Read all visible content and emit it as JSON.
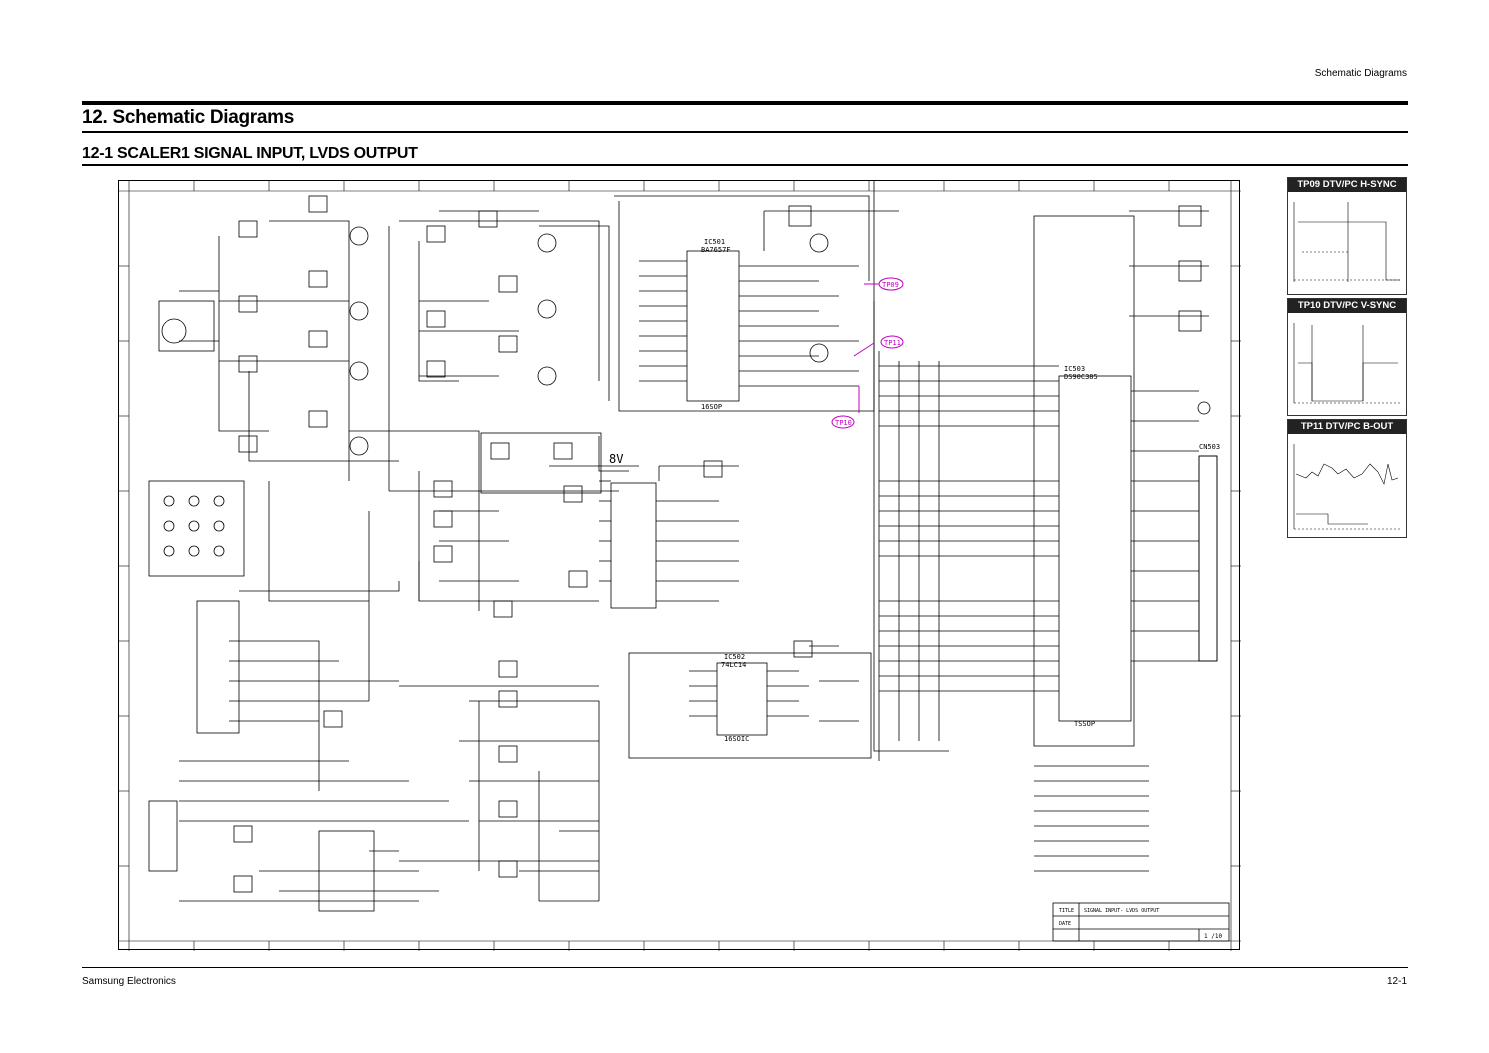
{
  "header": {
    "running_title": "Schematic Diagrams",
    "chapter_title": "12. Schematic Diagrams",
    "section_title": "12-1 SCALER1  SIGNAL INPUT, LVDS OUTPUT"
  },
  "schematic": {
    "ic_labels": {
      "ic501": "IC501",
      "ic501_part": "BA7657F",
      "ic501_pkg": "16SOP",
      "ic502": "IC502",
      "ic502_part": "74LC14",
      "ic502_pkg": "16SOIC",
      "ic503": "IC503",
      "ic503_part": "DS90C385",
      "ic503_pkg": "TSSOP",
      "cn503": "CN503",
      "voltage_8v": "8V"
    },
    "test_points": {
      "tp09": "TP09",
      "tp10": "TP10",
      "tp11": "TP11"
    },
    "title_block": {
      "title_label": "TITLE",
      "title_value": "SIGNAL INPUT- LVDS OUTPUT",
      "date_label": "DATE",
      "sheet": "1 /10"
    }
  },
  "scope_panels": [
    {
      "title": "TP09   DTV/PC H-SYNC"
    },
    {
      "title": "TP10   DTV/PC V-SYNC"
    },
    {
      "title": "TP11   DTV/PC B-OUT"
    }
  ],
  "footer": {
    "left": "Samsung Electronics",
    "right": "12-1"
  },
  "colors": {
    "ink": "#000000",
    "test_point": "#c000c0"
  }
}
